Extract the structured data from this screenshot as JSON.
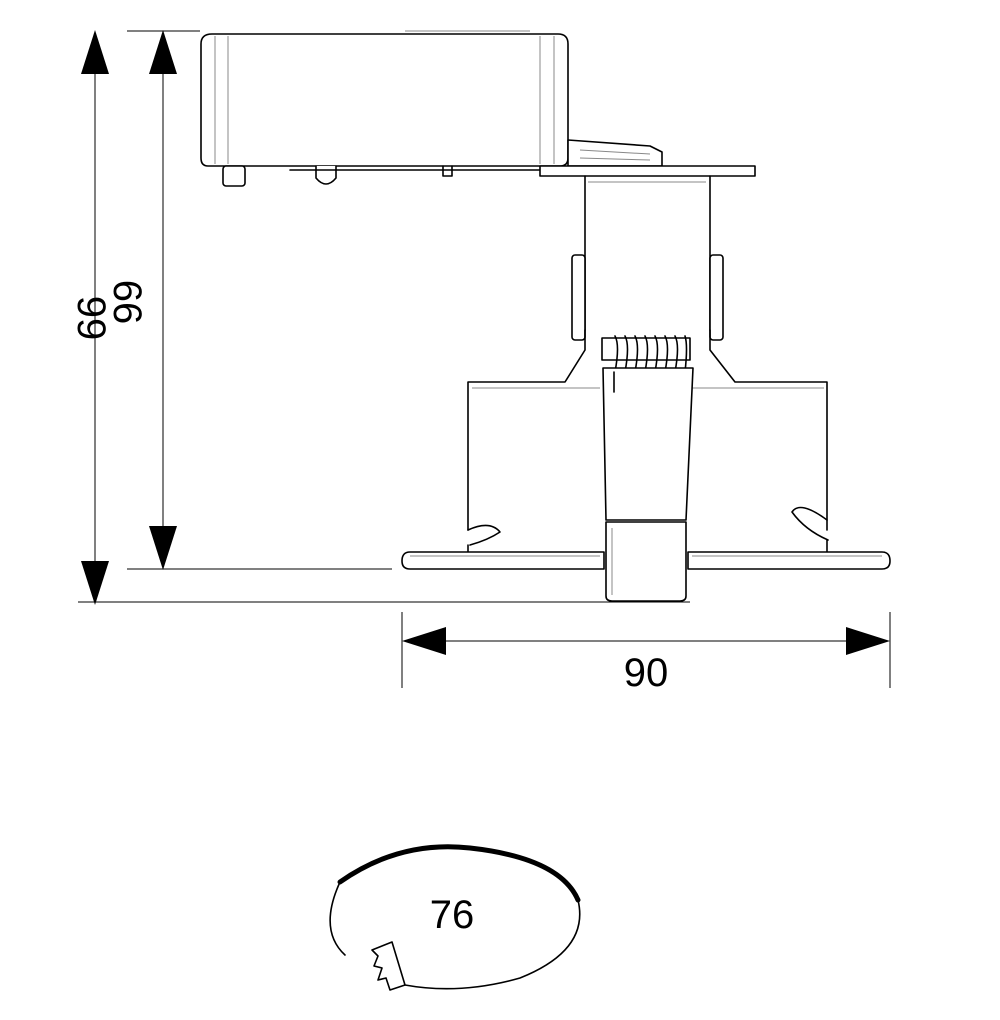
{
  "dimensions": {
    "overall_height": "99",
    "body_height": "66",
    "flange_width": "90",
    "cutout_diameter": "76"
  },
  "colors": {
    "line": "#000000",
    "background": "#ffffff"
  }
}
